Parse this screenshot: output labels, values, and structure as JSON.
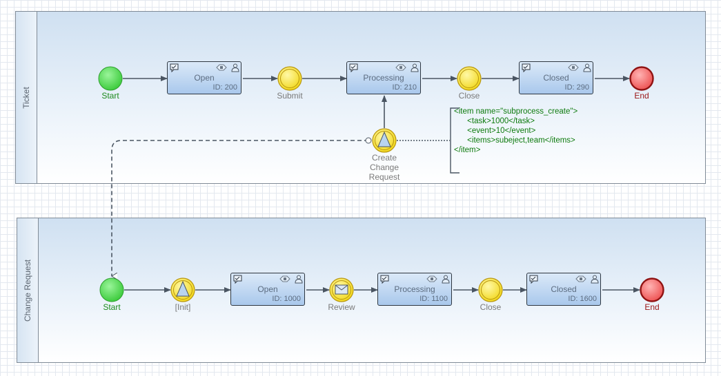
{
  "pools": {
    "ticket": {
      "label": "Ticket"
    },
    "change_request": {
      "label": "Change Request"
    }
  },
  "ticket": {
    "start": "Start",
    "open": {
      "title": "Open",
      "id": "ID: 200"
    },
    "submit": "Submit",
    "processing": {
      "title": "Processing",
      "id": "ID: 210"
    },
    "close": "Close",
    "closed": {
      "title": "Closed",
      "id": "ID: 290"
    },
    "end": "End",
    "create_change_request": "Create\nChange\nRequest",
    "annotation": "<item name=\"subprocess_create\">\n      <task>1000</task>\n      <event>10</event>\n      <items>subeject,team</items>\n</item>"
  },
  "change_request": {
    "start": "Start",
    "init": "[Init]",
    "open": {
      "title": "Open",
      "id": "ID: 1000"
    },
    "review": "Review",
    "processing": {
      "title": "Processing",
      "id": "ID: 1100"
    },
    "close": "Close",
    "closed": {
      "title": "Closed",
      "id": "ID: 1600"
    },
    "end": "End"
  },
  "colors": {
    "start_event": "#4fd14f",
    "intermediate_event": "#f6e03a",
    "end_event": "#e83a3a",
    "task_fill": "#b7d2f0",
    "annotation_text": "#0d7a0d"
  },
  "icons": [
    "user-task-icon",
    "data-icon",
    "performers-icon",
    "triangle-signal-icon",
    "envelope-icon"
  ]
}
